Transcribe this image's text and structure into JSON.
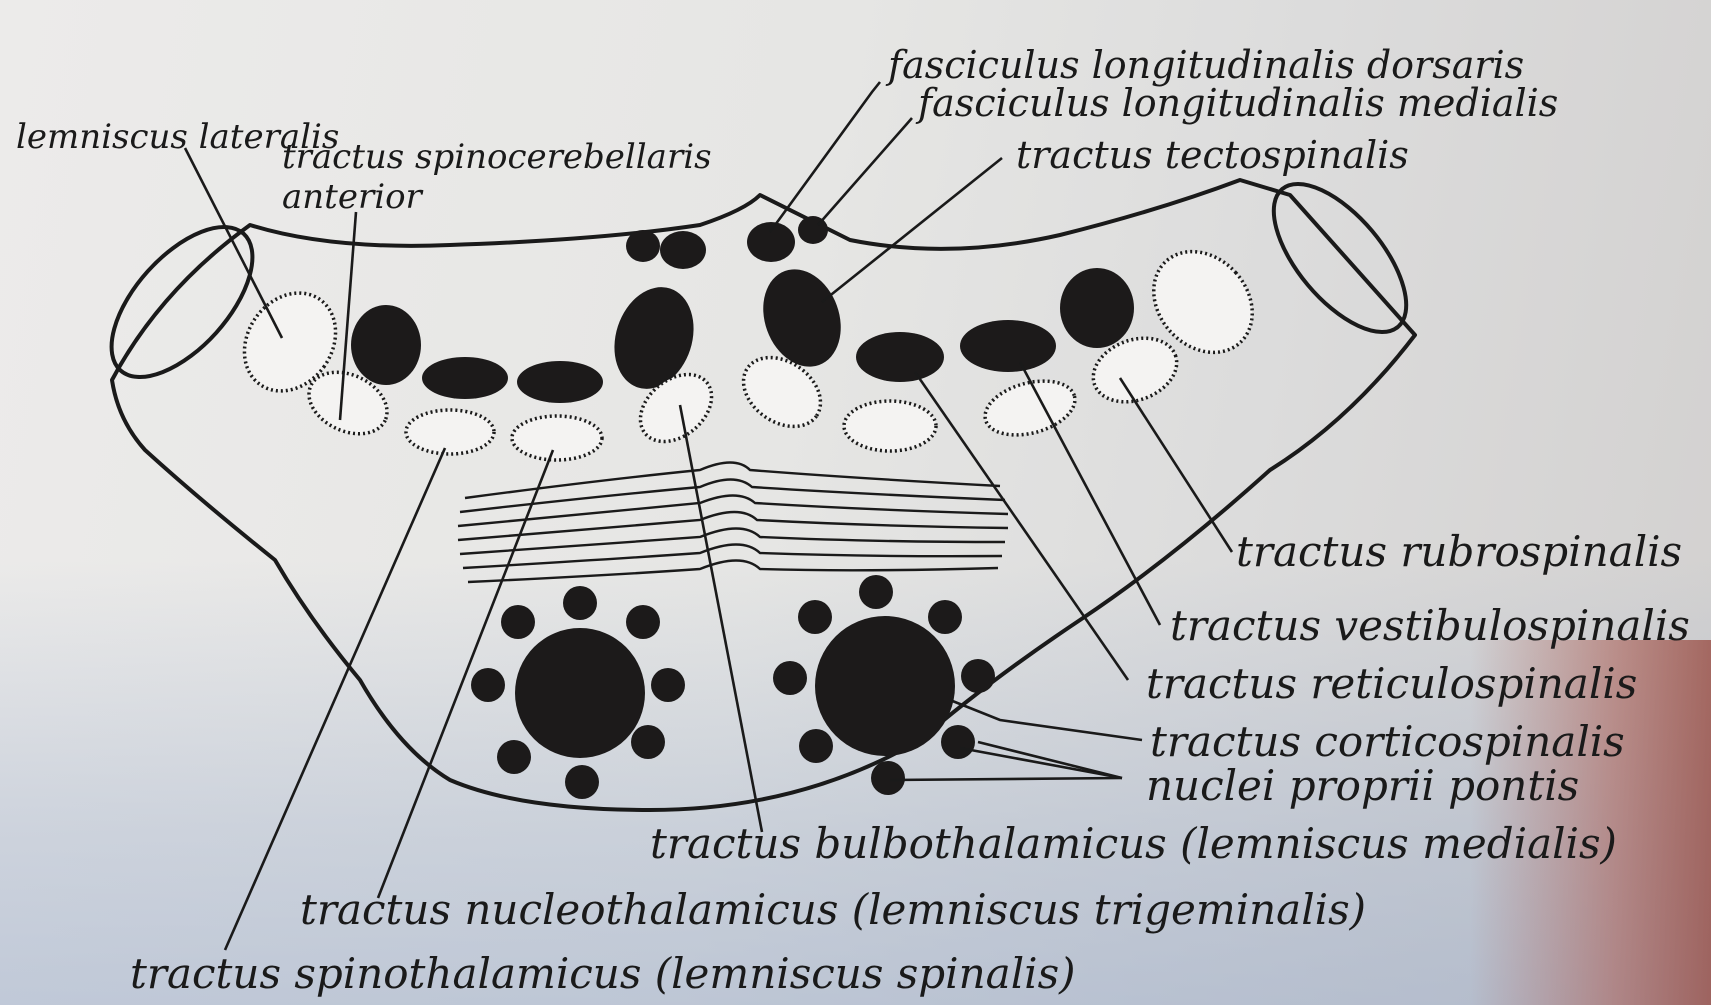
{
  "labels": {
    "lemniscus_lateralis": "lemniscus lateralis",
    "spinocerebellaris_line1": "tractus spinocerebellaris",
    "spinocerebellaris_line2": "anterior",
    "fasc_long_dorsaris": "fasciculus longitudinalis dorsaris",
    "fasc_long_medialis": "fasciculus longitudinalis medialis",
    "tectospinalis": "tractus tectospinalis",
    "rubrospinalis": "tractus rubrospinalis",
    "vestibulospinalis": "tractus vestibulospinalis",
    "reticulospinalis": "tractus reticulospinalis",
    "corticospinalis": "tractus corticospinalis",
    "nuclei_proprii": "nuclei proprii pontis",
    "bulbothalamicus": "tractus bulbothalamicus (lemniscus medialis)",
    "nucleothalamicus": "tractus nucleothalamicus (lemniscus trigeminalis)",
    "spinothalamicus": "tractus spinothalamicus (lemniscus spinalis)"
  }
}
